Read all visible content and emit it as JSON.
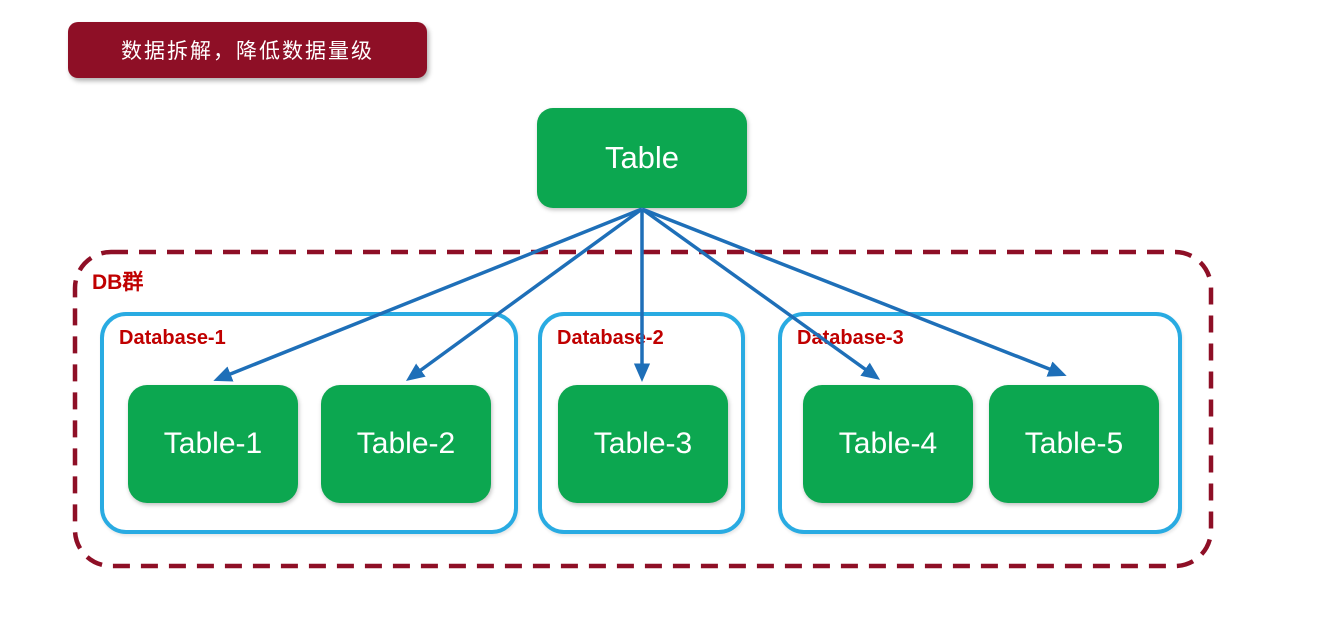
{
  "banner": {
    "label": "数据拆解，降低数据量级"
  },
  "source_table": {
    "label": "Table"
  },
  "db_group": {
    "label": "DB群",
    "databases": [
      {
        "label": "Database-1",
        "tables": [
          {
            "label": "Table-1"
          },
          {
            "label": "Table-2"
          }
        ]
      },
      {
        "label": "Database-2",
        "tables": [
          {
            "label": "Table-3"
          }
        ]
      },
      {
        "label": "Database-3",
        "tables": [
          {
            "label": "Table-4"
          },
          {
            "label": "Table-5"
          }
        ]
      }
    ]
  },
  "connections": [
    {
      "from": "Table",
      "to": "Table-1"
    },
    {
      "from": "Table",
      "to": "Table-2"
    },
    {
      "from": "Table",
      "to": "Table-3"
    },
    {
      "from": "Table",
      "to": "Table-4"
    },
    {
      "from": "Table",
      "to": "Table-5"
    }
  ],
  "colors": {
    "banner_bg": "#8E0F26",
    "dashed_border": "#8E0F26",
    "node_green": "#0CA750",
    "database_border": "#29ABE2",
    "label_red": "#C00000",
    "arrow_blue": "#1E6FB8",
    "node_text": "#FFFFFF"
  }
}
